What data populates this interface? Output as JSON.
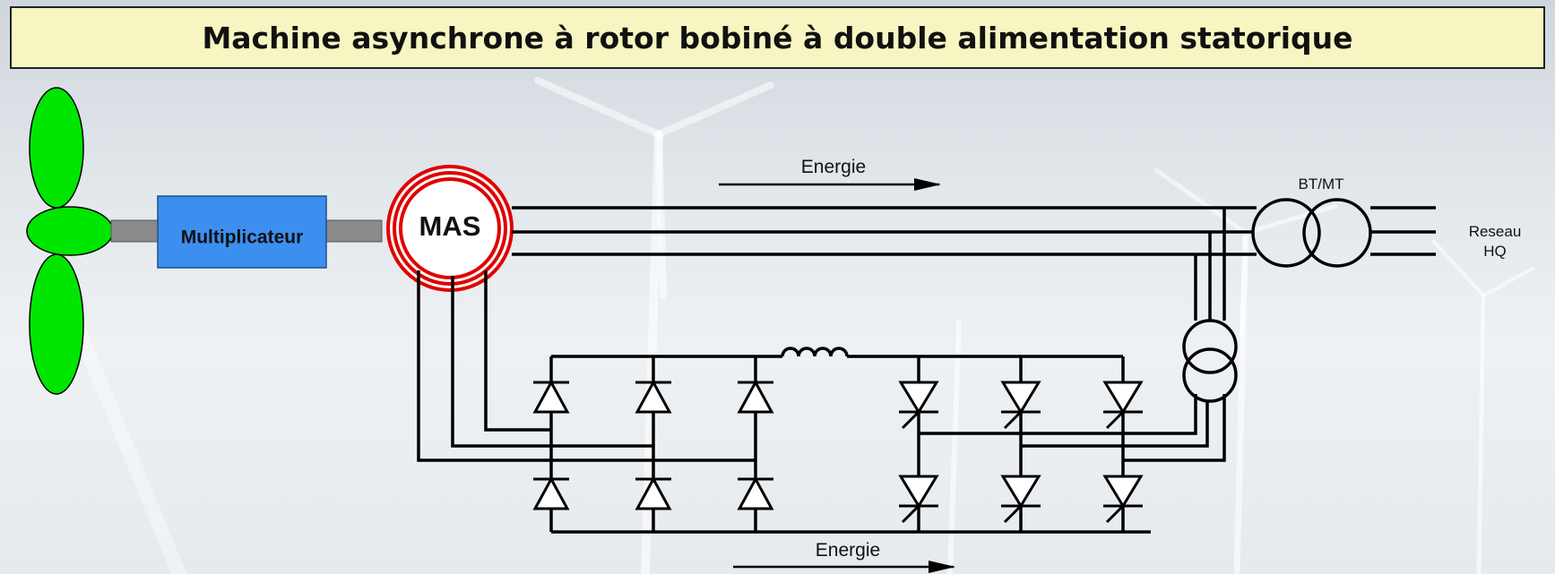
{
  "title": "Machine asynchrone à rotor bobiné à double alimentation statorique",
  "blocks": {
    "multiplier": "Multiplicateur",
    "machine": "MAS",
    "transformer": "BT/MT",
    "grid_line1": "Reseau",
    "grid_line2": "HQ"
  },
  "flows": {
    "top": "Energie",
    "bottom": "Energie"
  },
  "colors": {
    "title_bg": "#f7f6c2",
    "blade": "#00e600",
    "multiplier": "#3c8fef",
    "machine_ring": "#e00000",
    "wire": "#000000"
  }
}
